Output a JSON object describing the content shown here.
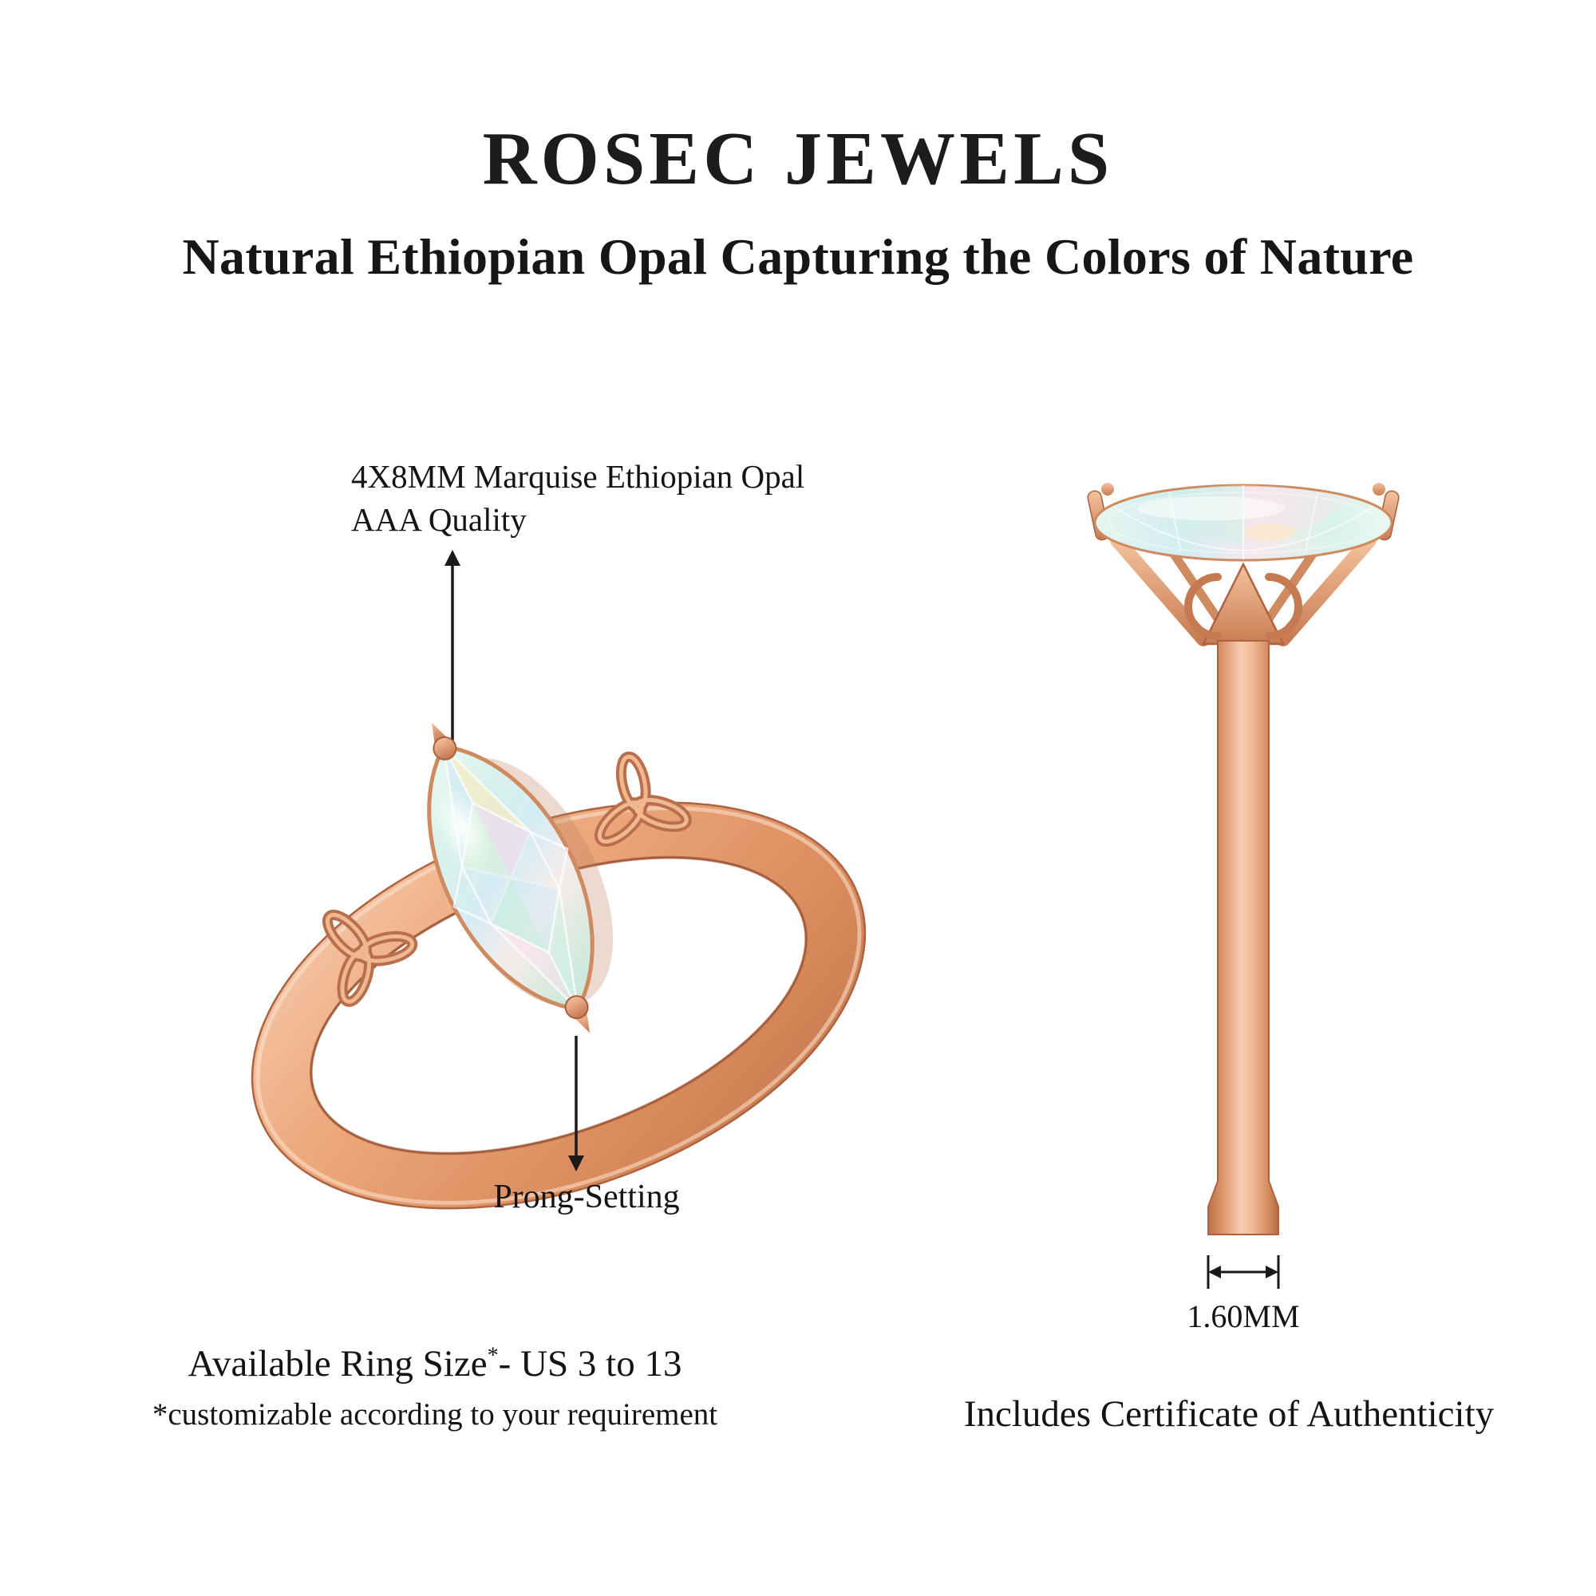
{
  "header": {
    "brand": "ROSEC JEWELS",
    "tagline": "Natural Ethiopian Opal Capturing the Colors of Nature"
  },
  "annotations": {
    "stone_line1": "4X8MM Marquise Ethiopian Opal",
    "stone_line2": "AAA Quality",
    "prong_label": "Prong-Setting",
    "band_width": "1.60MM"
  },
  "footer": {
    "size_prefix": "Available Ring Size",
    "size_star": "*",
    "size_range": "- US 3 to 13",
    "customizable_note": "*customizable according to your requirement",
    "certificate_note": "Includes Certificate of Authenticity"
  },
  "colors": {
    "rose_gold": "#e8a57c",
    "rose_gold_dark": "#b96f4e",
    "rose_gold_light": "#f7d3ba",
    "opal_mint": "#d8f2ea",
    "opal_blue": "#d6ecf5",
    "opal_pink": "#f6ece9",
    "text": "#141414",
    "background": "#ffffff"
  }
}
